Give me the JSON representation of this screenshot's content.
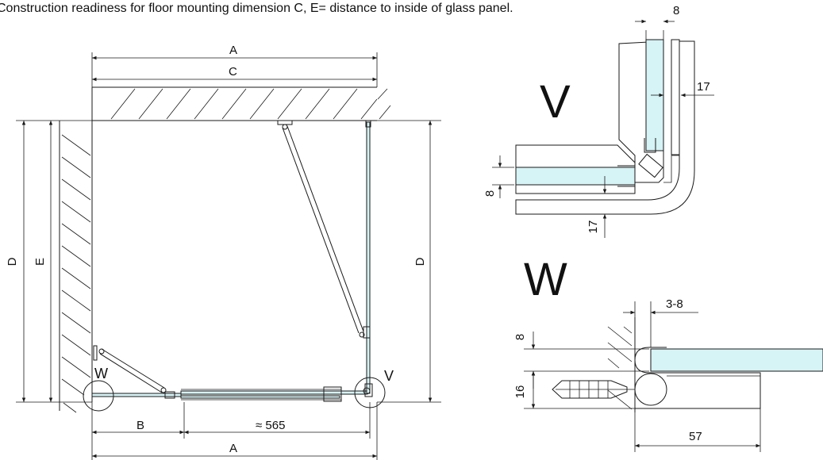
{
  "caption": "Construction readiness for floor mounting dimension C, E= distance to inside of glass panel.",
  "plan": {
    "dim_top_outer": "A",
    "dim_top_inner": "C",
    "dim_left_outer": "D",
    "dim_left_inner": "E",
    "dim_right": "D",
    "dim_bottom_left": "B",
    "dim_bottom_mid": "≈ 565",
    "dim_bottom_outer": "A",
    "marker_w": "W",
    "marker_v": "V"
  },
  "detail_v": {
    "title": "V",
    "dim_top": "8",
    "dim_right": "17",
    "dim_left": "8",
    "dim_bottom": "17"
  },
  "detail_w": {
    "title": "W",
    "dim_top": "3-8",
    "dim_left_top": "8",
    "dim_left_bottom": "16",
    "dim_bottom": "57"
  },
  "colors": {
    "glass": "#d6f3f5",
    "line": "#1a1a1a"
  }
}
